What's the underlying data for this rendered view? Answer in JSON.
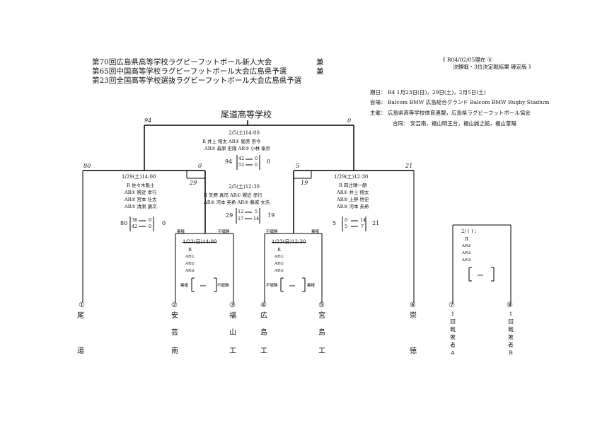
{
  "titles": [
    "第70回広島県高等学校ラグビーフットボール新人大会",
    "第65回中国高等学校ラグビーフットボール大会広島県予選",
    "第23回全国高等学校選抜ラグビーフットボール大会広島県予選"
  ],
  "ken": [
    "兼",
    "兼"
  ],
  "status": {
    "line1": "《 R04/02/05現在 ⑥",
    "line2": "決勝戦・3位決定戦結果 確定版 》"
  },
  "info": {
    "dates": "期日： R4 1月23日(日)，29日(土)，2月5日(土)",
    "venue": "会場： Balcom BMW 広島総合グランド Balcom BMW Rugby Stadium",
    "organizer": "主催： 広島県高等学校体育連盟，広島県ラグビーフットボール協会",
    "co_organizer": "合同： 安芸南，福山明王台，福山誠之館，福山葦陽"
  },
  "champion": "尾道高等学校",
  "final": {
    "score_left": "94",
    "score_right": "0",
    "time": "2/5(土)14:00",
    "ref_line1": "R 井上 翔太 AR① 鎚美 崇今",
    "ref_line2": "AR② 森原 史隆 AR③ 小林 泰崇",
    "total_left": "94",
    "total_right": "0",
    "half1": [
      "42",
      "0"
    ],
    "half2": [
      "52",
      "0"
    ]
  },
  "sf_left": {
    "score_top": "80",
    "score_right": "0",
    "time": "1/29(土)14:00",
    "ref_r": "R 佐々木魁士",
    "ref_ar1": "AR① 幌近 孝行",
    "ref_ar2": "AR② 宮本 壮太",
    "ref_ar3": "AR③ 清原 謙次",
    "total_left": "80",
    "total_right": "0",
    "half1": [
      "38",
      "0"
    ],
    "half2": [
      "42",
      "0"
    ]
  },
  "sf_middle": {
    "score_left": "29",
    "score_right": "19",
    "time": "2/5(土)12:30",
    "ref_line1": "R 矢野 真司 AR① 幌近 孝行",
    "ref_line2": "AR② 河本 英希 AR③ 藤城 文浩",
    "total_left": "29",
    "total_right": "19",
    "half1": [
      "12",
      "5"
    ],
    "half2": [
      "17",
      "14"
    ]
  },
  "sf_right": {
    "score_top": "21",
    "score_left": "5",
    "time": "1/29(土)12:30",
    "ref_r": "R 四辻晴一朗",
    "ref_ar1": "AR① 井上 翔太",
    "ref_ar2": "AR② 上野 悟史",
    "ref_ar3": "AR③ 河本 英希",
    "total_left": "5",
    "total_right": "21",
    "half1": [
      "0",
      "14"
    ],
    "half2": [
      "5",
      "7"
    ]
  },
  "qf_left": {
    "label_win": "棄権",
    "label_forfeit": "不戦勝",
    "time": "1/23(日)14:00",
    "ref_r": "R",
    "ref_ar1": "AR①",
    "ref_ar2": "AR②",
    "ref_ar3": "AR③",
    "mid_left": "棄権",
    "mid_right": "不戦勝",
    "dash": "ー"
  },
  "qf_right": {
    "label_forfeit": "不戦勝",
    "label_win": "棄権",
    "time": "1/23(日)12:30",
    "ref_r": "R",
    "ref_ar1": "AR①",
    "ref_ar2": "AR②",
    "ref_ar3": "AR③",
    "mid_left": "不戦勝",
    "mid_right": "棄権",
    "dash": "ー"
  },
  "third_place": {
    "time": "2/ ( ) :",
    "ref_r": "R",
    "ref_ar1": "AR①",
    "ref_ar2": "AR②",
    "ref_ar3": "AR③",
    "dash": "ー"
  },
  "scores_qf": {
    "left_top": "0",
    "left_bottom": "29",
    "right_top": "5",
    "right_bottom": "19"
  },
  "teams": [
    {
      "num": "①",
      "c1": "尾",
      "c2": "",
      "c3": "道"
    },
    {
      "num": "②",
      "c1": "安",
      "c2": "芸",
      "c3": "南"
    },
    {
      "num": "③",
      "c1": "福",
      "c2": "山",
      "c3": "工"
    },
    {
      "num": "④",
      "c1": "広",
      "c2": "島",
      "c3": "工"
    },
    {
      "num": "⑤",
      "c1": "宮",
      "c2": "島",
      "c3": "工"
    },
    {
      "num": "⑥",
      "c1": "崇",
      "c2": "",
      "c3": "徳"
    }
  ],
  "losers": [
    {
      "num": "⑦",
      "text": "1回戦敗者A"
    },
    {
      "num": "⑧",
      "text": "1回戦敗者B"
    }
  ]
}
